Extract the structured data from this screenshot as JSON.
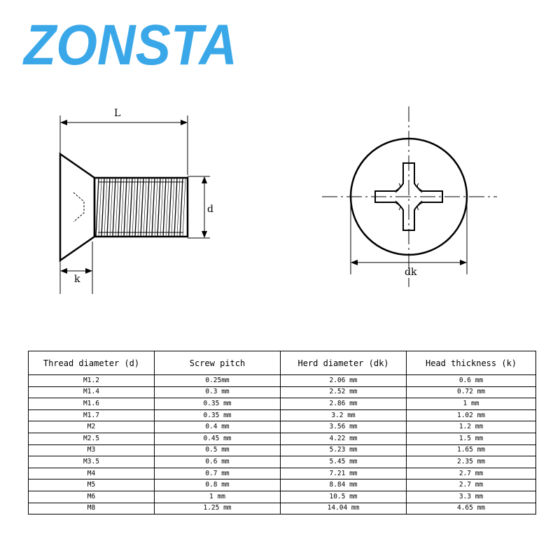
{
  "brand": {
    "name": "ZONSTA",
    "color": "#3aa8e8"
  },
  "drawing": {
    "side_view": {
      "length_label": "L",
      "diameter_label": "d",
      "head_thickness_label": "k"
    },
    "top_view": {
      "head_diameter_label": "dk"
    }
  },
  "table": {
    "headers": [
      "Thread diameter (d)",
      "Screw pitch",
      "Herd diameter (dk)",
      "Head thickness (k)"
    ],
    "rows": [
      [
        "M1.2",
        "0.25mm",
        "2.06 mm",
        "0.6 mm"
      ],
      [
        "M1.4",
        "0.3 mm",
        "2.52 mm",
        "0.72 mm"
      ],
      [
        "M1.6",
        "0.35 mm",
        "2.86 mm",
        "1 mm"
      ],
      [
        "M1.7",
        "0.35 mm",
        "3.2 mm",
        "1.02 mm"
      ],
      [
        "M2",
        "0.4 mm",
        "3.56 mm",
        "1.2 mm"
      ],
      [
        "M2.5",
        "0.45 mm",
        "4.22 mm",
        "1.5 mm"
      ],
      [
        "M3",
        "0.5 mm",
        "5.23 mm",
        "1.65 mm"
      ],
      [
        "M3.5",
        "0.6 mm",
        "5.45 mm",
        "2.35 mm"
      ],
      [
        "M4",
        "0.7 mm",
        "7.21 mm",
        "2.7 mm"
      ],
      [
        "M5",
        "0.8 mm",
        "8.84 mm",
        "2.7 mm"
      ],
      [
        "M6",
        "1 mm",
        "10.5 mm",
        "3.3 mm"
      ],
      [
        "M8",
        "1.25 mm",
        "14.04 mm",
        "4.65 mm"
      ]
    ]
  }
}
